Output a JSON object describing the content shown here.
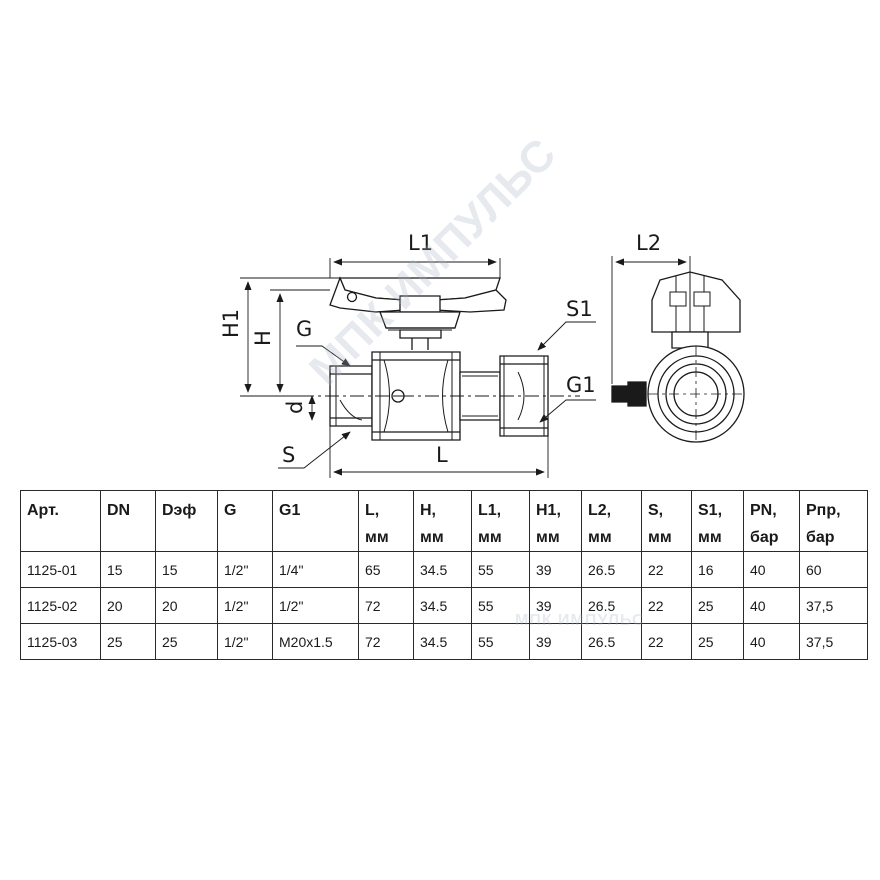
{
  "drawing": {
    "labels": {
      "L1": "L1",
      "L2": "L2",
      "H1": "H1",
      "H": "H",
      "G": "G",
      "d": "d",
      "S": "S",
      "L": "L",
      "S1": "S1",
      "G1": "G1"
    }
  },
  "watermark": {
    "main": "МПК ИМПУЛЬС",
    "secondary": "МПК ИМПУЛЬС"
  },
  "table": {
    "headers": [
      [
        "Арт.",
        ""
      ],
      [
        "DN",
        ""
      ],
      [
        "Dэф",
        ""
      ],
      [
        "G",
        ""
      ],
      [
        "G1",
        ""
      ],
      [
        "L,",
        "мм"
      ],
      [
        "H,",
        "мм"
      ],
      [
        "L1,",
        "мм"
      ],
      [
        "H1,",
        "мм"
      ],
      [
        "L2,",
        "мм"
      ],
      [
        "S,",
        "мм"
      ],
      [
        "S1,",
        "мм"
      ],
      [
        "PN,",
        "бар"
      ],
      [
        "Pпр,",
        "бар"
      ]
    ],
    "rows": [
      [
        "1125-01",
        "15",
        "15",
        "1/2\"",
        "1/4\"",
        "65",
        "34.5",
        "55",
        "39",
        "26.5",
        "22",
        "16",
        "40",
        "60"
      ],
      [
        "1125-02",
        "20",
        "20",
        "1/2\"",
        "1/2\"",
        "72",
        "34.5",
        "55",
        "39",
        "26.5",
        "22",
        "25",
        "40",
        "37,5"
      ],
      [
        "1125-03",
        "25",
        "25",
        "1/2\"",
        "M20x1.5",
        "72",
        "34.5",
        "55",
        "39",
        "26.5",
        "22",
        "25",
        "40",
        "37,5"
      ]
    ]
  }
}
